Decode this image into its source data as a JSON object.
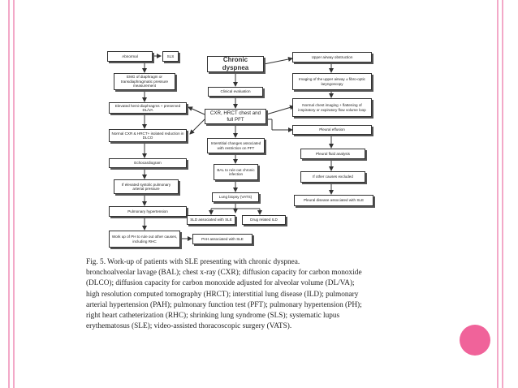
{
  "boxes": {
    "abnormal": "Abnormal",
    "sls": "SLS",
    "chronic_dyspnea": "Chronic dyspnea",
    "upper_airway_obstruction": "Upper airway obstruction",
    "emg": "EMG of diaphragm or transdiaphragmatic pressure measurement",
    "clinical_evaluation": "Clinical evaluation",
    "imaging_upper_airway": "Imaging of the upper airway ± fibro-optic laryngoscopy",
    "elevated_hemidiaphragms": "Elevated hemi-diaphragms + preserved DL/VA",
    "cxr_hrct": "CXR, HRCT chest and full PFT",
    "normal_chest_imaging": "Normal chest imaging + flattening of inspiratory or expiratory flow volume loop",
    "normal_cxr_hrct": "Normal CXR & HRCT+ isolated reduction in DLCO",
    "pleural_effusion": "Pleural effusion",
    "interstitial_changes": "Interstitial changes associated with restriction on PFT",
    "echocardiogram": "Echocardiogram",
    "pleural_fluid_analysis": "Pleural fluid analysis",
    "bal": "BAL to rule out chronic infection",
    "if_elevated_systolic": "If elevated systolic pulmonary arterial pressure",
    "if_other_causes": "If other causes excluded",
    "lung_biopsy": "Lung biopsy (VATS)",
    "pleural_disease": "Pleural disease associated with SLE",
    "pulmonary_hypertension": "Pulmonary hypertension",
    "sld_associated": "SLD associated with SLE",
    "drug_related_ild": "Drug related ILD",
    "workup_ph": "Work up of PH to rule out other causes, including RHC",
    "pah_associated": "PAH associated with SLE"
  },
  "caption_lines": [
    "Fig. 5. Work-up of patients with SLE presenting with chronic dyspnea.",
    "bronchoalveolar lavage (BAL); chest x-ray (CXR); diffusion capacity for carbon monoxide",
    "(DLCO); diffusion capacity for carbon monoxide adjusted for alveolar volume (DL/VA);",
    "high resolution computed tomography (HRCT); interstitial lung disease (ILD); pulmonary",
    "arterial hypertension (PAH); pulmonary function test (PFT); pulmonary hypertension (PH);",
    "right heart catheterization (RHC); shrinking lung syndrome (SLS); systematic lupus",
    "erythematosus (SLE); video-assisted thoracoscopic surgery (VATS)."
  ],
  "colors": {
    "frame_stripe": "#f3a9c8",
    "accent_dot": "#f0639a"
  }
}
